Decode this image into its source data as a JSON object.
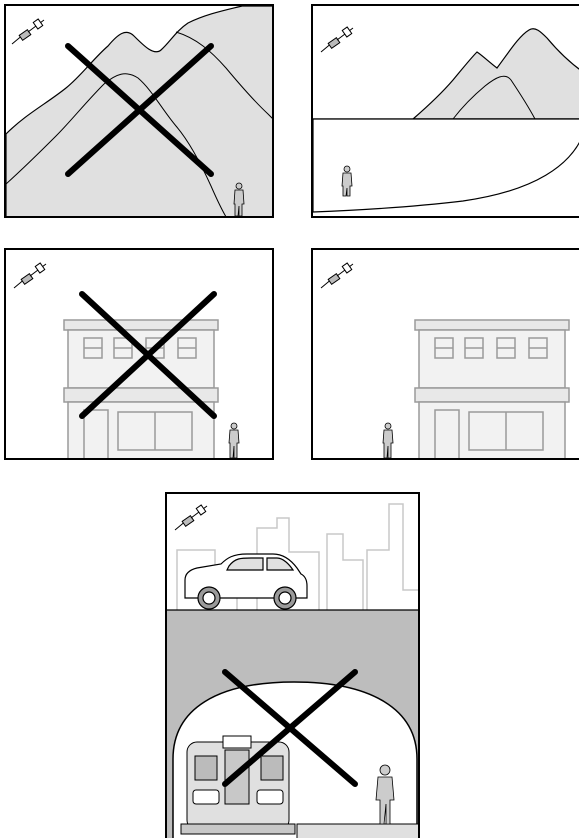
{
  "panels": [
    {
      "scene": "mountains-near",
      "signal": "blocked"
    },
    {
      "scene": "mountains-far",
      "signal": "clear"
    },
    {
      "scene": "building-near",
      "signal": "blocked"
    },
    {
      "scene": "building-far",
      "signal": "clear"
    },
    {
      "scene": "underground-train",
      "signal": "blocked"
    }
  ],
  "colors": {
    "line": "#000000",
    "fill_light": "#e0e0e0",
    "fill_mid": "#c8c8c8",
    "ground_dark": "#bdbdbd",
    "city_line": "#c8c8c8",
    "building_line": "#9a9a9a"
  }
}
